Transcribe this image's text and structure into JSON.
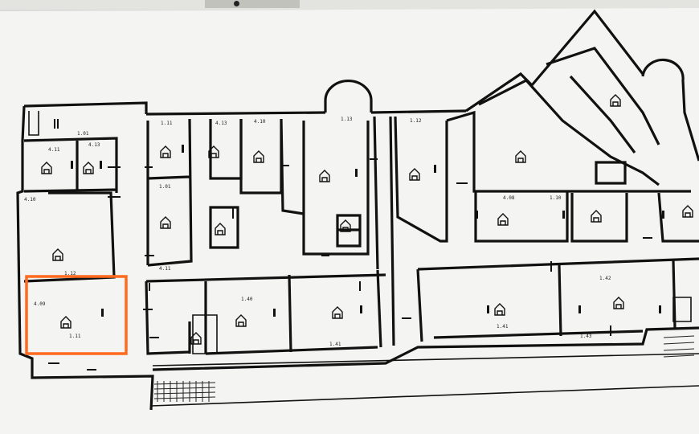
{
  "plan": {
    "highlight_color": "#ff6a1f",
    "wall_color": "#111111",
    "paper_color": "#f4f4f2",
    "footer_text": "",
    "room_icon": "room-marker-icon"
  },
  "room_labels": [
    {
      "id": "r1",
      "text": "1.01"
    },
    {
      "id": "r2",
      "text": "4.11"
    },
    {
      "id": "r3",
      "text": "4.13"
    },
    {
      "id": "r4",
      "text": "4.10"
    },
    {
      "id": "r5",
      "text": "1.12"
    },
    {
      "id": "r6",
      "text": "4.09"
    },
    {
      "id": "r7",
      "text": "1.11"
    },
    {
      "id": "r8",
      "text": "1.11"
    },
    {
      "id": "r9",
      "text": "4.13"
    },
    {
      "id": "r10",
      "text": "4.10"
    },
    {
      "id": "r11",
      "text": "1.01"
    },
    {
      "id": "r12",
      "text": "4.11"
    },
    {
      "id": "r13",
      "text": "1.13"
    },
    {
      "id": "r14",
      "text": "1.12"
    },
    {
      "id": "r15",
      "text": "4.08"
    },
    {
      "id": "r16",
      "text": "1.10"
    },
    {
      "id": "r17",
      "text": "1.40"
    },
    {
      "id": "r18",
      "text": "1.41"
    },
    {
      "id": "r19",
      "text": "1.41"
    },
    {
      "id": "r20",
      "text": "1.42"
    },
    {
      "id": "r21",
      "text": "1.43"
    }
  ]
}
